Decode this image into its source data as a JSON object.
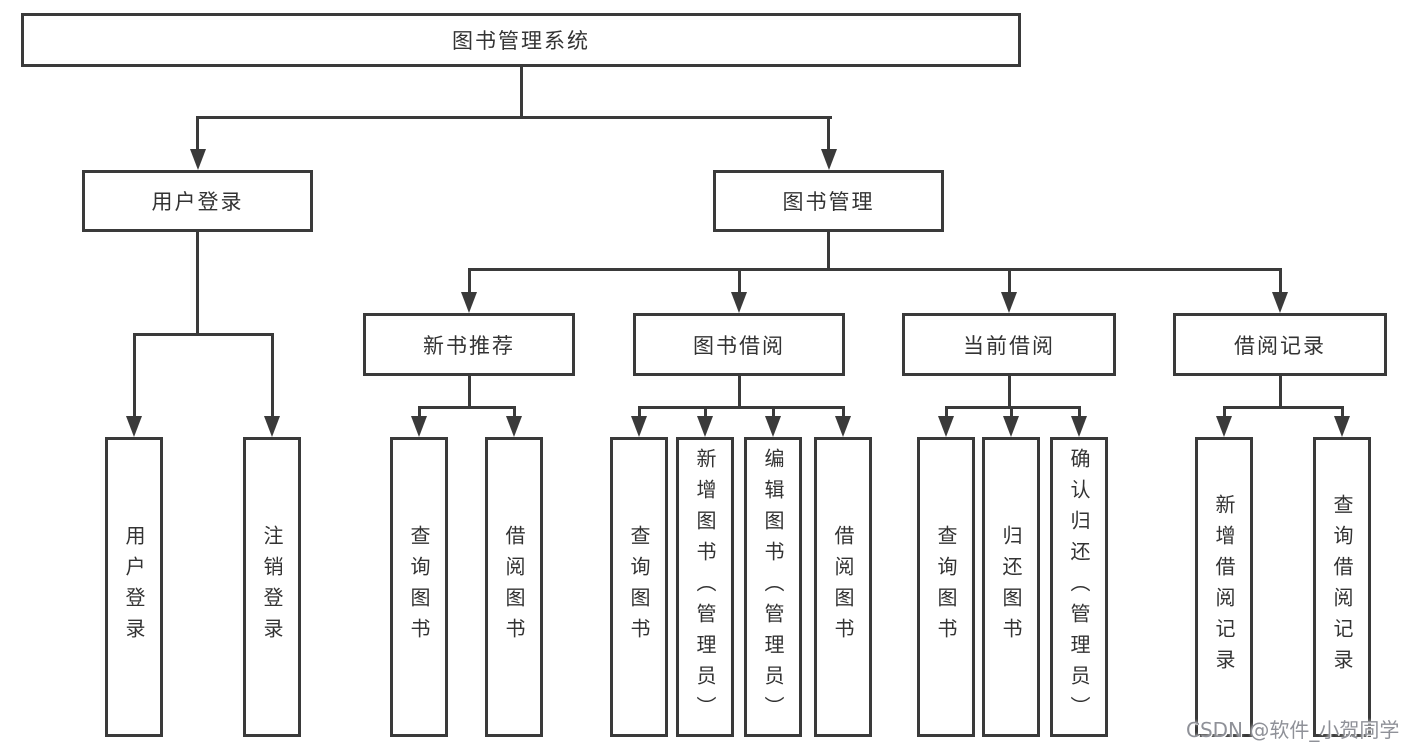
{
  "title": "图书管理系统",
  "nodes": {
    "root": {
      "label": "图书管理系统"
    },
    "level2": [
      {
        "label": "用户登录"
      },
      {
        "label": "图书管理"
      }
    ],
    "level3": [
      {
        "label": "新书推荐"
      },
      {
        "label": "图书借阅"
      },
      {
        "label": "当前借阅"
      },
      {
        "label": "借阅记录"
      }
    ],
    "leaves": [
      {
        "label": "用户登录"
      },
      {
        "label": "注销登录"
      },
      {
        "label": "查询图书"
      },
      {
        "label": "借阅图书"
      },
      {
        "label": "查询图书"
      },
      {
        "label": "新增图书（管理员）"
      },
      {
        "label": "编辑图书（管理员）"
      },
      {
        "label": "借阅图书"
      },
      {
        "label": "查询图书"
      },
      {
        "label": "归还图书"
      },
      {
        "label": "确认归还（管理员）"
      },
      {
        "label": "新增借阅记录"
      },
      {
        "label": "查询借阅记录"
      }
    ]
  },
  "hierarchy": {
    "图书管理系统": [
      "用户登录",
      "图书管理"
    ],
    "用户登录": [
      "用户登录",
      "注销登录"
    ],
    "图书管理": [
      "新书推荐",
      "图书借阅",
      "当前借阅",
      "借阅记录"
    ],
    "新书推荐": [
      "查询图书",
      "借阅图书"
    ],
    "图书借阅": [
      "查询图书",
      "新增图书（管理员）",
      "编辑图书（管理员）",
      "借阅图书"
    ],
    "当前借阅": [
      "查询图书",
      "归还图书",
      "确认归还（管理员）"
    ],
    "借阅记录": [
      "新增借阅记录",
      "查询借阅记录"
    ]
  },
  "watermark": "CSDN @软件_小贺同学",
  "colors": {
    "line": "#3a3a3a",
    "text": "#333333",
    "watermark": "#8f9198",
    "background": "#ffffff"
  }
}
